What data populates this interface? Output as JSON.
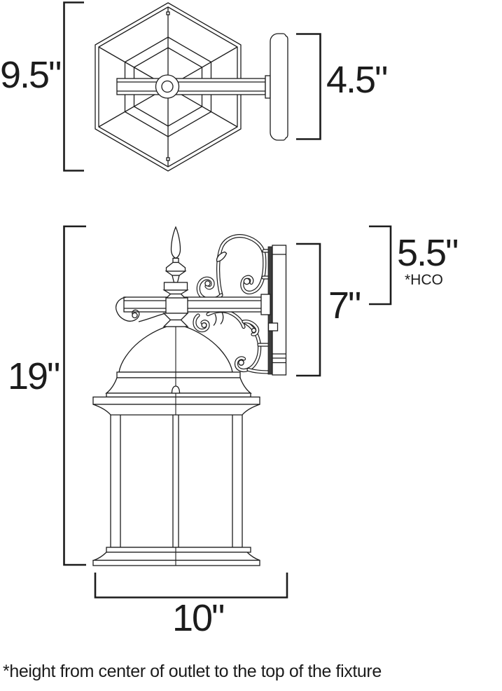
{
  "dimensions": {
    "top_view_height": "9.5\"",
    "top_view_backplate": "4.5\"",
    "side_view_height": "19\"",
    "side_view_hco": "5.5\"",
    "side_view_hco_note": "*HCO",
    "side_view_backplate": "7\"",
    "side_view_width": "10\""
  },
  "footnote": {
    "text": "*height from center of outlet to the top of the fixture"
  },
  "colors": {
    "line": "#1c1c1c",
    "background": "#ffffff",
    "backplate_edge": "#3d3d3d"
  }
}
